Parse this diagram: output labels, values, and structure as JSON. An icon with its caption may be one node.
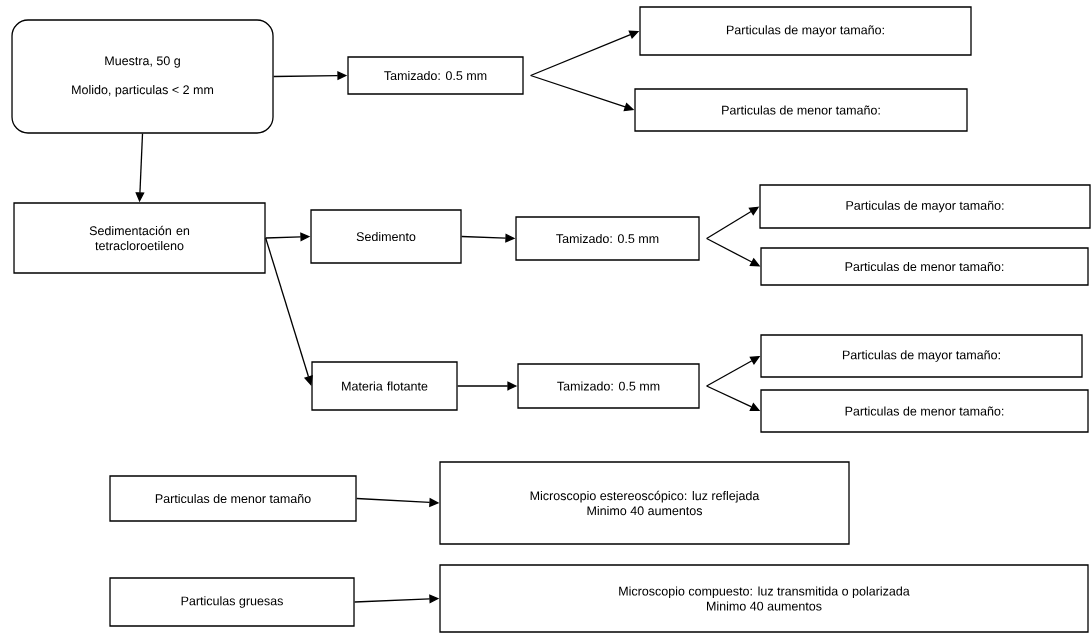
{
  "diagram": {
    "nodes": [
      {
        "text": [
          "Muestra, 50 g",
          "Molido, particulas < 2 mm"
        ]
      },
      {
        "text": [
          "Tamizado: 0.5 mm"
        ]
      },
      {
        "text": [
          "Particulas de mayor tamaño:"
        ]
      },
      {
        "text": [
          "Particulas de menor tamaño:"
        ]
      },
      {
        "text": [
          "Sedimentación en tetracloroetileno"
        ]
      },
      {
        "text": [
          "Sedimento"
        ]
      },
      {
        "text": [
          "Tamizado: 0.5 mm"
        ]
      },
      {
        "text": [
          "Particulas de mayor tamaño:"
        ]
      },
      {
        "text": [
          "Particulas de menor tamaño:"
        ]
      },
      {
        "text": [
          "Materia flotante"
        ]
      },
      {
        "text": [
          "Tamizado: 0.5 mm"
        ]
      },
      {
        "text": [
          "Particulas de mayor tamaño:"
        ]
      },
      {
        "text": [
          "Particulas de menor tamaño:"
        ]
      },
      {
        "text": [
          "Particulas de menor tamaño"
        ]
      },
      {
        "text": [
          "Microscopio estereoscópico: luz reflejada",
          "Minimo 40 aumentos"
        ]
      },
      {
        "text": [
          "Particulas gruesas"
        ]
      },
      {
        "text": [
          "Microscopio compuesto: luz transmitida o polarizada",
          "Minimo 40 aumentos"
        ]
      }
    ],
    "edges": [
      {
        "from": 0,
        "to": 1,
        "arrow": "to"
      },
      {
        "from": 1,
        "to": 2,
        "arrow": "to"
      },
      {
        "from": 1,
        "to": 3,
        "arrow": "to"
      },
      {
        "from": 0,
        "to": 4,
        "arrow": "to"
      },
      {
        "from": 4,
        "to": 5,
        "arrow": "to"
      },
      {
        "from": 5,
        "to": 6,
        "arrow": "to"
      },
      {
        "from": 6,
        "to": 7,
        "arrow": "to"
      },
      {
        "from": 6,
        "to": 8,
        "arrow": "to"
      },
      {
        "from": 4,
        "to": 9,
        "arrow": "to"
      },
      {
        "from": 9,
        "to": 10,
        "arrow": "to"
      },
      {
        "from": 10,
        "to": 11,
        "arrow": "to"
      },
      {
        "from": 10,
        "to": 12,
        "arrow": "to"
      },
      {
        "from": 13,
        "to": 14,
        "arrow": "to"
      },
      {
        "from": 15,
        "to": 16,
        "arrow": "to"
      }
    ]
  }
}
